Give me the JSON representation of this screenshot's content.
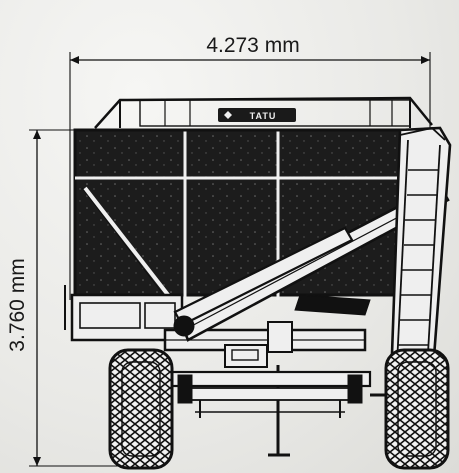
{
  "dimensions": {
    "width_label": "4.273 mm",
    "height_label": "3.760 mm"
  },
  "logo": {
    "text": "TATU"
  },
  "colors": {
    "background": "#ececea",
    "line": "#111111",
    "mesh": "#1c1c1c"
  }
}
